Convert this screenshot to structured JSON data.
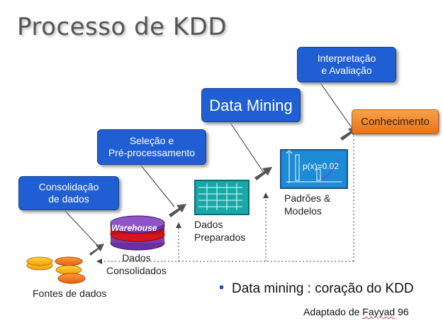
{
  "title": "Processo de KDD",
  "boxes": {
    "consolidacao": "Consolidação\nde dados",
    "selecao": "Seleção e\nPré-processamento",
    "data_mining": "Data Mining",
    "interpretacao": "Interpretação\ne Avaliação",
    "conhecimento": "Conhecimento"
  },
  "labels": {
    "fontes": "Fontes de dados",
    "warehouse": "Warehouse",
    "dados_consolidados": "Dados\nConsolidados",
    "dados_preparados": "Dados\nPreparados",
    "padroes": "Padrões &\nModelos",
    "formula": "p(x)=0.02"
  },
  "bullet": "Data mining : coração do KDD",
  "credit": {
    "prefix": "Adaptado de ",
    "author": "Fayyad",
    "suffix": " 96"
  },
  "colors": {
    "box_blue": "#1f5fd3",
    "orange": "#e6731a",
    "arrow": "#555555",
    "teal": "#18a8a8"
  }
}
